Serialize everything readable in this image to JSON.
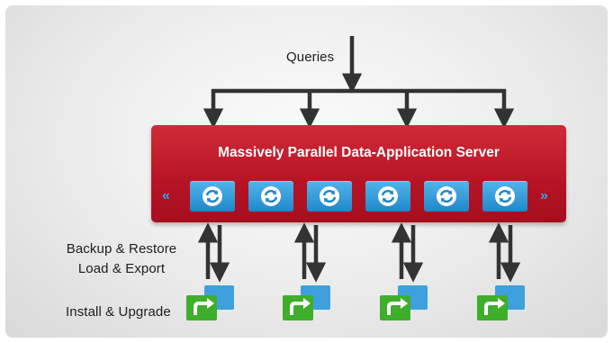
{
  "labels": {
    "queries": "Queries",
    "backup_restore": "Backup & Restore",
    "load_export": "Load & Export",
    "install_upgrade": "Install & Upgrade"
  },
  "server": {
    "title": "Massively Parallel Data-Application Server",
    "node_count": 6,
    "node_icon": "refresh-icon",
    "nav_left_icon": "chevron-left-icon",
    "nav_right_icon": "chevron-right-icon"
  },
  "storage": {
    "count": 4,
    "icon": "share-arrow-icon"
  },
  "colors": {
    "server_red": "#b61425",
    "node_blue": "#1f88cc",
    "store_green": "#3fae2a",
    "arrow": "#333333"
  }
}
